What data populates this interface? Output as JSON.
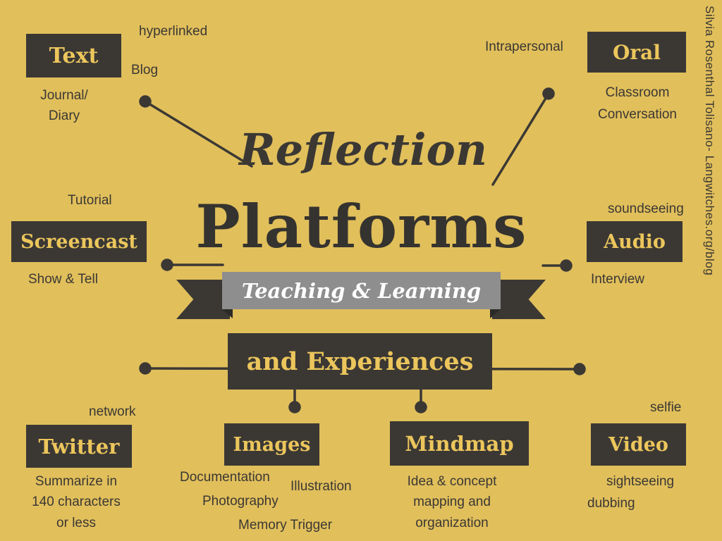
{
  "colors": {
    "background": "#E1BF5B",
    "box": "#3B3834",
    "box_text": "#ECC65C",
    "ribbon_gray": "#8E8E8E",
    "banner_text": "#FFFFFF",
    "line": "#3B3834"
  },
  "center": {
    "reflection": "Reflection",
    "platforms": "Platforms",
    "banner": "Teaching & Learning",
    "experiences": "and Experiences"
  },
  "credit": "Silvia Rosenthal Tolisano- Langwitches.org/blog",
  "nodes": {
    "text": {
      "label": "Text",
      "hyperlinked": "hyperlinked",
      "blog": "Blog",
      "journal": "Journal/\nDiary"
    },
    "oral": {
      "label": "Oral",
      "intrapersonal": "Intrapersonal",
      "classroom": "Classroom\nConversation"
    },
    "screencast": {
      "label": "Screencast",
      "tutorial": "Tutorial",
      "show_tell": "Show & Tell"
    },
    "audio": {
      "label": "Audio",
      "soundseeing": "soundseeing",
      "interview": "Interview"
    },
    "twitter": {
      "label": "Twitter",
      "network": "network",
      "summary": "Summarize in\n140 characters\nor less"
    },
    "images": {
      "label": "Images",
      "documentation": "Documentation",
      "illustration": "Illustration",
      "photography": "Photography",
      "memory_trigger": "Memory Trigger"
    },
    "mindmap": {
      "label": "Mindmap",
      "description": "Idea & concept\nmapping and\norganization"
    },
    "video": {
      "label": "Video",
      "selfie": "selfie",
      "sightseeing": "sightseeing",
      "dubbing": "dubbing"
    }
  }
}
